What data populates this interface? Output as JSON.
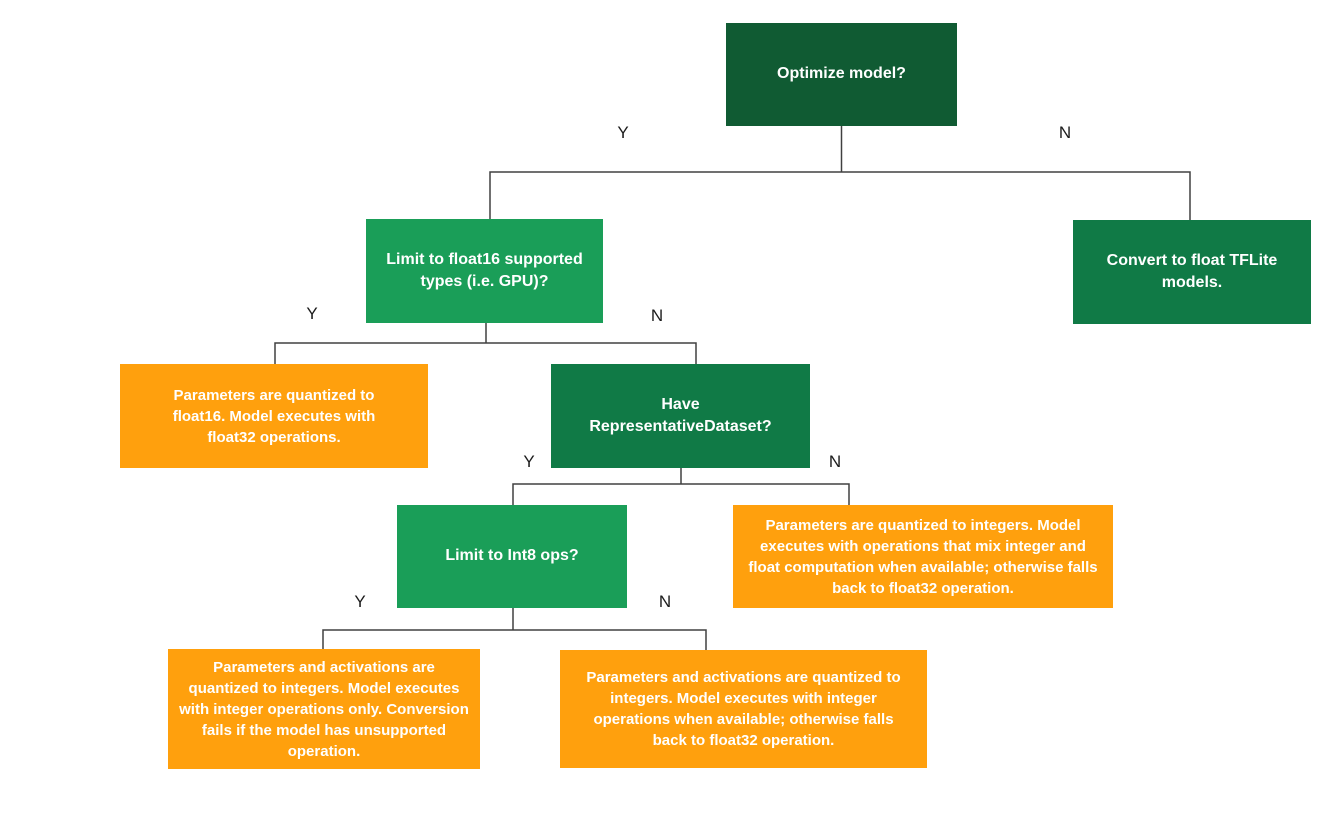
{
  "diagram": {
    "type": "decision-tree-flowchart",
    "colors": {
      "dark_green": "#105b33",
      "mid_green": "#107a46",
      "bright_green": "#1a9e58",
      "orange": "#ffa00d",
      "connector_line": "#404040",
      "box_text": "#ffffff",
      "edge_label_text": "#1c1c1c",
      "background": "#ffffff"
    },
    "nodes": [
      {
        "id": "optimize",
        "kind": "decision",
        "label": "Optimize model?"
      },
      {
        "id": "float16",
        "kind": "decision",
        "label": "Limit to float16 supported types (i.e. GPU)?"
      },
      {
        "id": "convert-float",
        "kind": "outcome",
        "label": "Convert to float TFLite models."
      },
      {
        "id": "float16-result",
        "kind": "outcome",
        "label": "Parameters are quantized to float16. Model executes with float32 operations."
      },
      {
        "id": "rep-dataset",
        "kind": "decision",
        "label": "Have RepresentativeDataset?"
      },
      {
        "id": "int8",
        "kind": "decision",
        "label": "Limit to Int8 ops?"
      },
      {
        "id": "dynamic-result",
        "kind": "outcome",
        "label": "Parameters are quantized to integers. Model executes with operations that mix integer and float computation when available; otherwise falls back to float32 operation."
      },
      {
        "id": "int8-result",
        "kind": "outcome",
        "label": "Parameters and activations are quantized to integers. Model executes with integer operations only. Conversion fails if the model has unsupported operation."
      },
      {
        "id": "int-fallback-result",
        "kind": "outcome",
        "label": "Parameters and activations are quantized to integers. Model executes with integer operations when available; otherwise falls back to float32 operation."
      }
    ],
    "edges": [
      {
        "from": "optimize",
        "label": "Y",
        "to": "float16"
      },
      {
        "from": "optimize",
        "label": "N",
        "to": "convert-float"
      },
      {
        "from": "float16",
        "label": "Y",
        "to": "float16-result"
      },
      {
        "from": "float16",
        "label": "N",
        "to": "rep-dataset"
      },
      {
        "from": "rep-dataset",
        "label": "Y",
        "to": "int8"
      },
      {
        "from": "rep-dataset",
        "label": "N",
        "to": "dynamic-result"
      },
      {
        "from": "int8",
        "label": "Y",
        "to": "int8-result"
      },
      {
        "from": "int8",
        "label": "N",
        "to": "int-fallback-result"
      }
    ]
  }
}
